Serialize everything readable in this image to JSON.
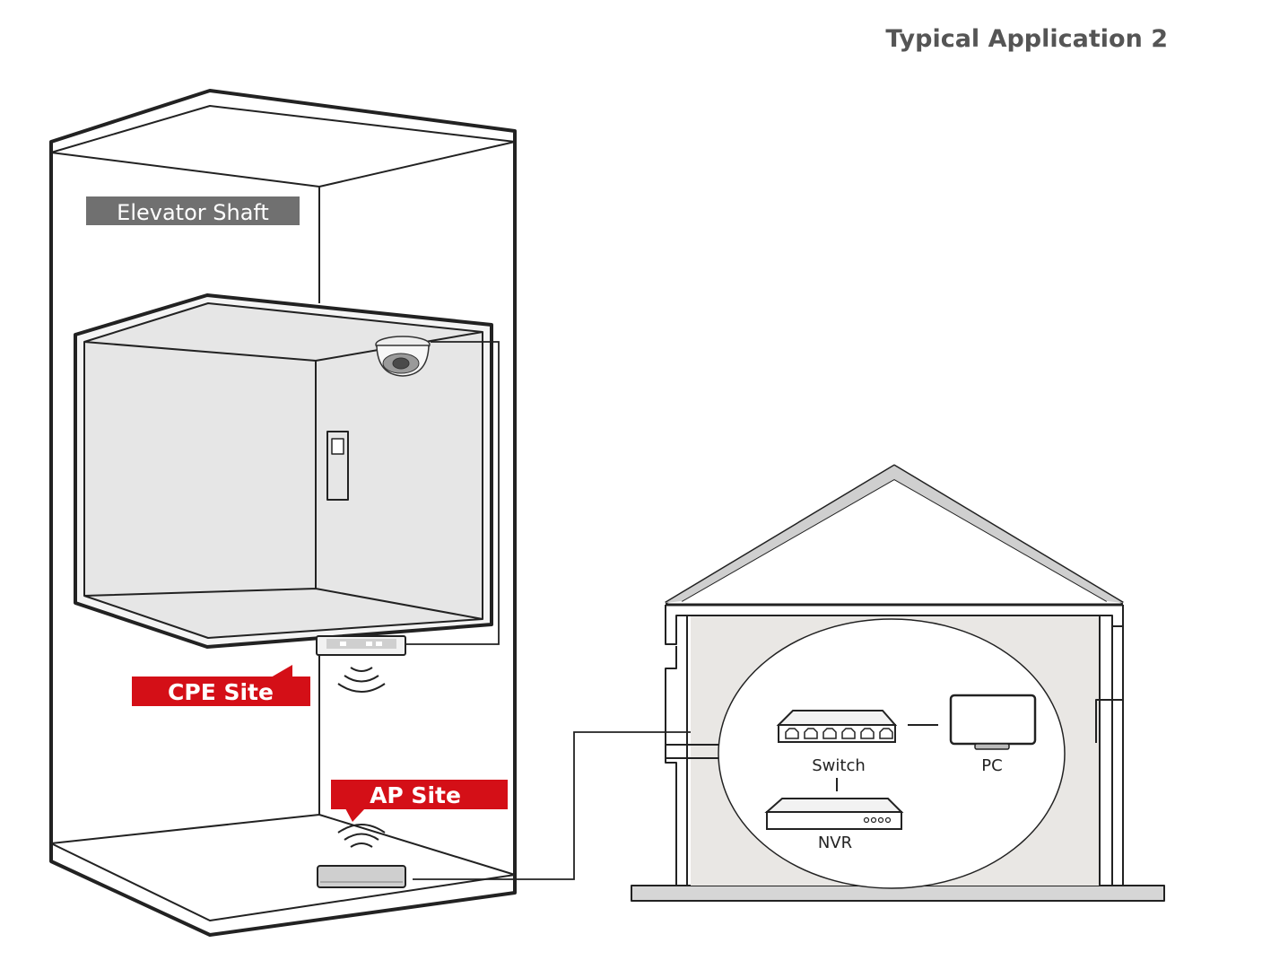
{
  "title": "Typical Application 2",
  "labels": {
    "elevator_shaft": "Elevator Shaft",
    "cpe_site": "CPE Site",
    "ap_site": "AP Site",
    "switch": "Switch",
    "pc": "PC",
    "nvr": "NVR"
  },
  "colors": {
    "line": "#222222",
    "title_text": "#555555",
    "shaft_tag_bg": "#707070",
    "site_tag_bg": "#d40f17",
    "tag_text": "#ffffff",
    "elevator_fill": "#e6e6e6",
    "house_fill": "#e9e7e4",
    "ellipse_fill": "#ffffff",
    "ground_fill": "#d6d6d6",
    "device_fill": "#f2f2f2",
    "ap_device_fill": "#cfcfcf"
  },
  "icons": {
    "camera": "dome-camera-icon",
    "cpe": "cpe-device-icon",
    "ap": "access-point-icon",
    "switch": "network-switch-icon",
    "pc": "monitor-icon",
    "nvr": "nvr-recorder-icon"
  }
}
